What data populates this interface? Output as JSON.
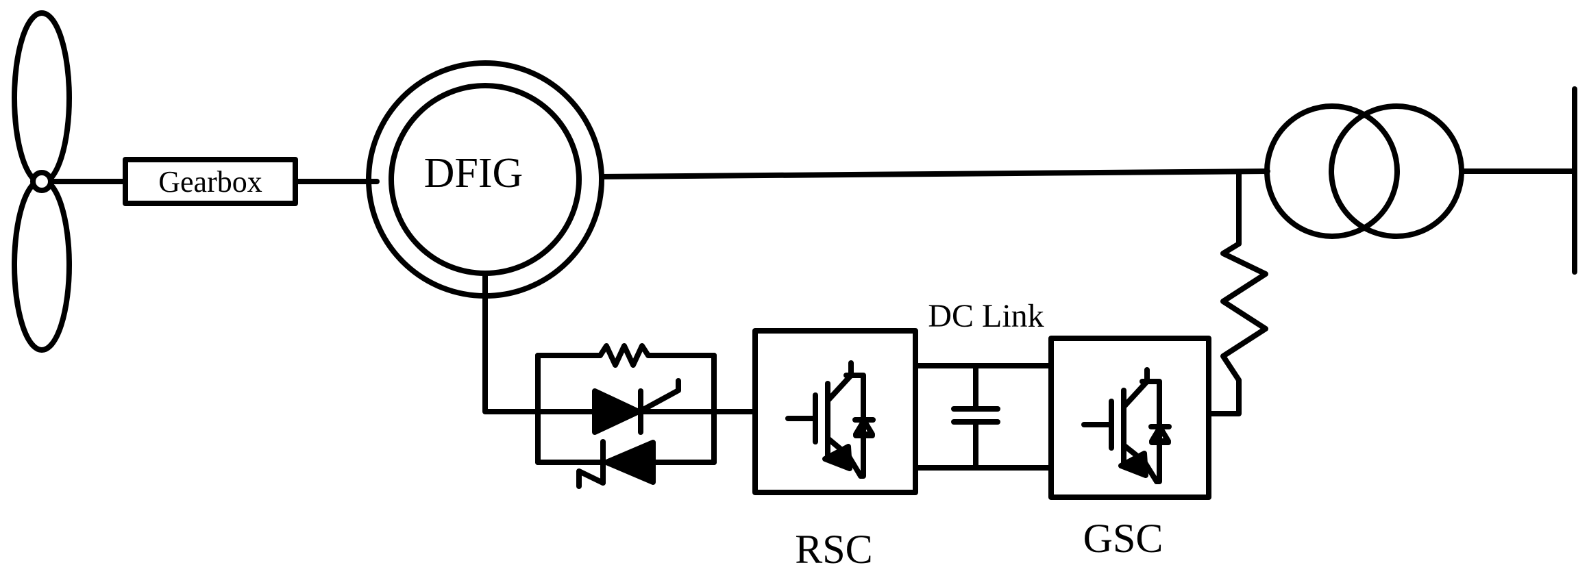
{
  "labels": {
    "gearbox": "Gearbox",
    "generator": "DFIG",
    "dc_link": "DC Link",
    "rotor_converter": "RSC",
    "grid_converter": "GSC"
  },
  "colors": {
    "stroke": "#000000",
    "background": "#ffffff"
  }
}
